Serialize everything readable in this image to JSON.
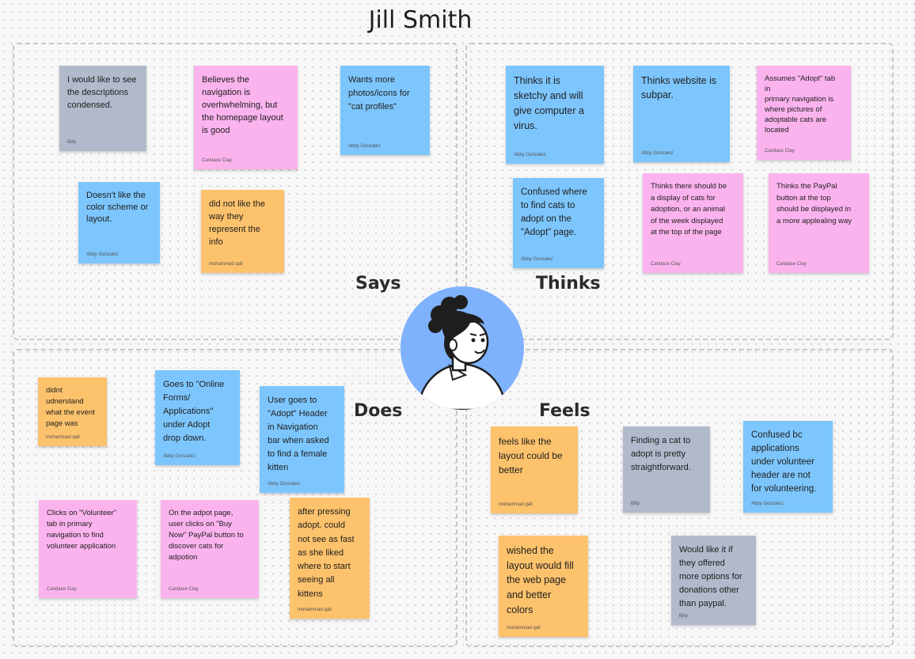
{
  "board": {
    "title": "Jill Smith",
    "quadrants": {
      "says": "Says",
      "thinks": "Thinks",
      "does": "Does",
      "feels": "Feels"
    }
  },
  "notes": [
    {
      "id": "says-1",
      "text": "I would like to see\nthe descriptions\ncondensed.",
      "author": "Billy",
      "color": "#b0bacb"
    },
    {
      "id": "says-2",
      "text": "Believes the\nnavigation is\noverhwhelming, but\nthe homepage layout\nis good",
      "author": "Candace Clay",
      "color": "#fbb3ee"
    },
    {
      "id": "says-3",
      "text": "Wants more\nphotos/icons for\n\"cat profiles\"",
      "author": "Abby Gonzalez",
      "color": "#7dc6fd"
    },
    {
      "id": "says-4",
      "text": "Doesn't like the\ncolor scheme or\nlayout.",
      "author": "Abby Gonzalez",
      "color": "#7dc6fd"
    },
    {
      "id": "says-5",
      "text": "did not like the\nway they\nrepresent the\ninfo",
      "author": "mohammad qall",
      "color": "#fdc26c"
    },
    {
      "id": "thinks-1",
      "text": "Thinks it is\nsketchy and will\ngive computer a\nvirus.",
      "author": "Abby Gonzalez",
      "color": "#7dc6fd"
    },
    {
      "id": "thinks-2",
      "text": "Thinks website is\nsubpar.",
      "author": "Abby Gonzalez",
      "color": "#7dc6fd"
    },
    {
      "id": "thinks-3",
      "text": "Assumes \"Adopt\" tab in\nprimary navigation is\nwhere pictures of\nadoptable cats are\nlocated",
      "author": "Candace Clay",
      "color": "#fbb3ee"
    },
    {
      "id": "thinks-4",
      "text": "Confused where\nto find cats to\nadopt on the\n\"Adopt\" page.",
      "author": "Abby Gonzalez",
      "color": "#7dc6fd"
    },
    {
      "id": "thinks-5",
      "text": "Thinks there should be\na display of cats for\nadoption, or an animal\nof the week displayed\nat the top of the page",
      "author": "Candace Clay",
      "color": "#fbb3ee"
    },
    {
      "id": "thinks-6",
      "text": "Thinks the PayPal\nbutton at the top\nshould be displayed in\na more applealing way",
      "author": "Candace Clay",
      "color": "#fbb3ee"
    },
    {
      "id": "does-1",
      "text": "didnt\nudnerstand\nwhat the event\npage was",
      "author": "mohammad qall",
      "color": "#fdc26c"
    },
    {
      "id": "does-2",
      "text": "Goes to \"Online\nForms/\nApplications\"\nunder Adopt\ndrop down.",
      "author": "Abby Gonzalez",
      "color": "#7dc6fd"
    },
    {
      "id": "does-3",
      "text": "User goes to\n\"Adopt\" Header\nin Navigation\nbar when asked\nto find a female\nkitten",
      "author": "Abby Gonzalez",
      "color": "#7dc6fd"
    },
    {
      "id": "does-4",
      "text": "Clicks on \"Volunteer\"\ntab in primary\nnavigation to find\nvolunteer application",
      "author": "Candace Clay",
      "color": "#fbb3ee"
    },
    {
      "id": "does-5",
      "text": "On the adpot page,\nuser clicks on \"Buy\nNow\" PayPal button to\ndiscover cats for\nadpotion",
      "author": "Candace Clay",
      "color": "#fbb3ee"
    },
    {
      "id": "does-6",
      "text": "after pressing\nadopt. could\nnot see as fast\nas she liked\nwhere to start\nseeing all\nkittens",
      "author": "mohammad qall",
      "color": "#fdc26c"
    },
    {
      "id": "feels-1",
      "text": "feels like the\nlayout could be\nbetter",
      "author": "mohammad qall",
      "color": "#fdc26c"
    },
    {
      "id": "feels-2",
      "text": "Finding a cat to\nadopt is pretty\nstraightforward.",
      "author": "Billy",
      "color": "#b0bacb"
    },
    {
      "id": "feels-3",
      "text": "Confused bc\napplications\nunder volunteer\nheader are not\nfor volunteering.",
      "author": "Abby Gonzalez",
      "color": "#7dc6fd"
    },
    {
      "id": "feels-4",
      "text": "wished the\nlayout would fill\nthe web page\nand better\ncolors",
      "author": "mohammad qall",
      "color": "#fdc26c"
    },
    {
      "id": "feels-5",
      "text": "Would like it if\nthey offered\nmore options for\ndonations other\nthan paypal.",
      "author": "Billy",
      "color": "#b0bacb"
    }
  ]
}
